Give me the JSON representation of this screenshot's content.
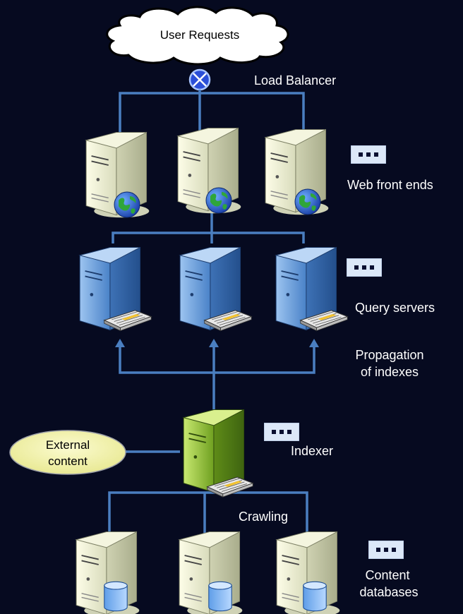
{
  "cloud_label": "User Requests",
  "load_balancer_label": "Load Balancer",
  "web_front_ends_label": "Web front ends",
  "query_servers_label": "Query servers",
  "propagation_label_line1": "Propagation",
  "propagation_label_line2": "of indexes",
  "indexer_label": "Indexer",
  "external_content_line1": "External",
  "external_content_line2": "content",
  "crawling_label": "Crawling",
  "content_databases_line1": "Content",
  "content_databases_line2": "databases",
  "more_indicator": "...",
  "colors": {
    "background": "#060a20",
    "connector": "#4a7ec0",
    "web_server": "#eef0d8",
    "query_server": "#5c94d6",
    "indexer": "#86bb2c",
    "external_content": "#f2f2a8"
  },
  "icons": [
    "cloud-icon",
    "load-balancer-icon",
    "server-icon",
    "globe-icon",
    "disk-drive-icon",
    "database-icon"
  ]
}
